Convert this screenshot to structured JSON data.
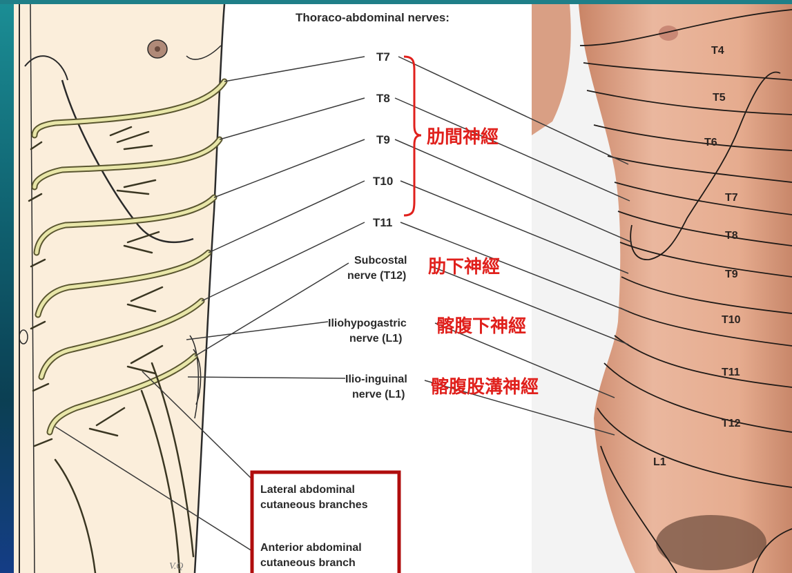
{
  "title": "Thoraco-abdominal nerves:",
  "nerves": {
    "t7": "T7",
    "t8": "T8",
    "t9": "T9",
    "t10": "T10",
    "t11": "T11",
    "subcostal_1": "Subcostal",
    "subcostal_2": "nerve (T12)",
    "iliohypogastric_1": "Iliohypogastric",
    "iliohypogastric_2": "nerve (L1)",
    "ilioinguinal_1": "Ilio-inguinal",
    "ilioinguinal_2": "nerve (L1)"
  },
  "chinese": {
    "intercostal": "肋間神經",
    "subcostal": "肋下神經",
    "iliohypogastric": "髂腹下神經",
    "ilioinguinal": "髂腹股溝神經"
  },
  "branches": {
    "lateral_1": "Lateral abdominal",
    "lateral_2": "cutaneous branches",
    "anterior_1": "Anterior abdominal",
    "anterior_2": "cutaneous branch"
  },
  "dermatomes": {
    "t4": "T4",
    "t5": "T5",
    "t6": "T6",
    "t7": "T7",
    "t8": "T8",
    "t9": "T9",
    "t10": "T10",
    "t11": "T11",
    "t12": "T12",
    "l1": "L1"
  },
  "signature": "V.Q",
  "colors": {
    "accent": "#e0201c",
    "box_border": "#b00d0d",
    "nerve": "#e8e6a8",
    "skin": "#e9b39a"
  }
}
